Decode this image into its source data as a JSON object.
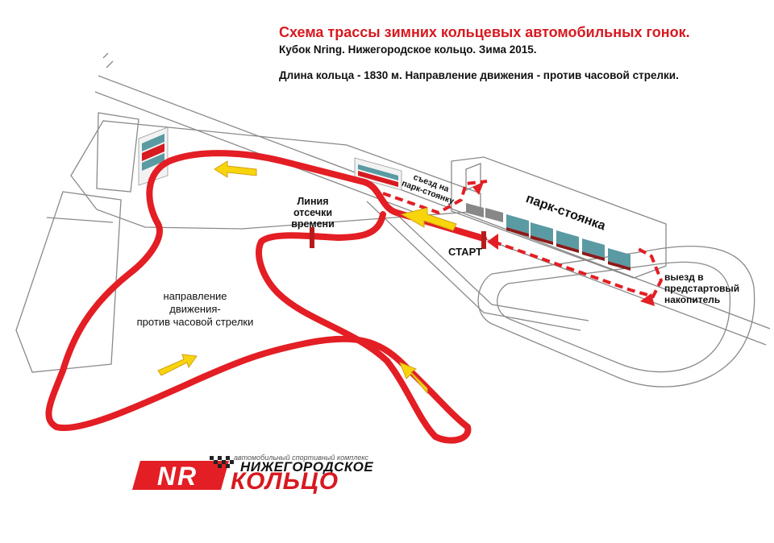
{
  "header": {
    "title": "Схема трассы зимних  кольцевых автомобильных гонок.",
    "subtitle": "Кубок Nring. Нижегородское кольцо. Зима 2015.",
    "info": "Длина кольца - 1830 м. Направление движения - против часовой стрелки."
  },
  "labels": {
    "timing_l1": "Линия",
    "timing_l2": "отсечки",
    "timing_l3": "времени",
    "exit_l1": "съезд на",
    "exit_l2": "парк-стоянку",
    "parking": "парк-стоянка",
    "start": "СТАРТ",
    "direction_l1": "направление",
    "direction_l2": "движения-",
    "direction_l3": "против часовой стрелки",
    "staging_l1": "выезд в",
    "staging_l2": "предстартовый",
    "staging_l3": "накопитель"
  },
  "logo": {
    "mark": "NR",
    "tagline": "автомобильный спортивный комплекс",
    "line1": "НИЖЕГОРОДСКОЕ",
    "line2": "КОЛЬЦО"
  },
  "colors": {
    "track": "#e31e24",
    "arrow_fill": "#f7d40c",
    "arrow_stroke": "#d4a017",
    "text_red": "#d71920",
    "road_outline": "#888888"
  }
}
